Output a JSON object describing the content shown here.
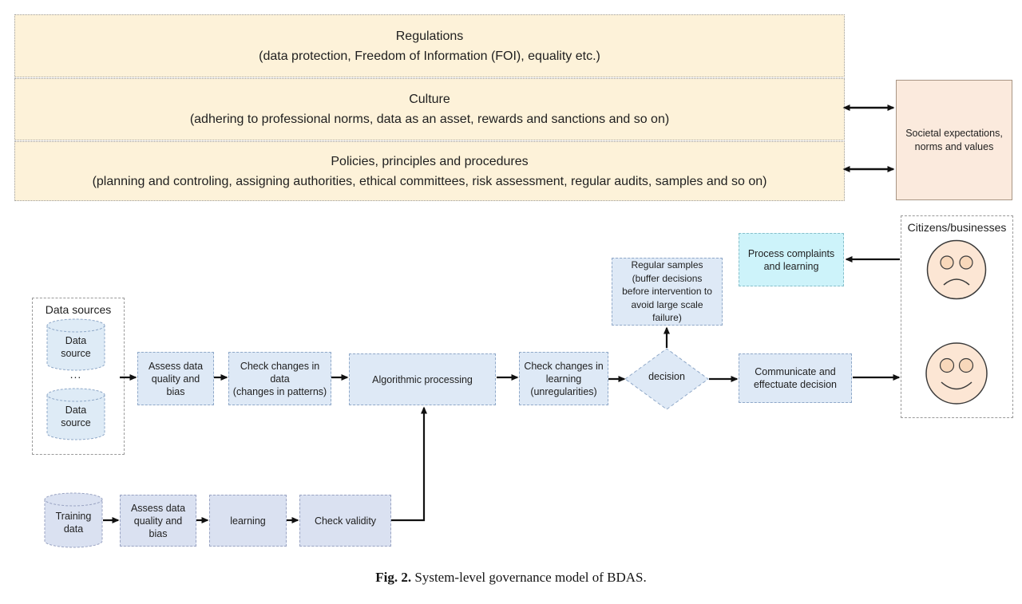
{
  "bands": [
    {
      "title": "Regulations",
      "subtitle": "(data protection, Freedom of Information (FOI), equality etc.)"
    },
    {
      "title": "Culture",
      "subtitle": "(adhering to professional norms, data as an asset, rewards and sanctions and so on)"
    },
    {
      "title": "Policies, principles and procedures",
      "subtitle": "(planning and controling, assigning authorities, ethical committees, risk assessment, regular audits, samples and so on)"
    }
  ],
  "societal_box": {
    "label": "Societal expectations,\nnorms and values"
  },
  "data_sources": {
    "label": "Data sources",
    "cylinder_top": "Data\nsource",
    "cylinder_bottom": "Data\nsource",
    "ellipsis": "..."
  },
  "main_flow": {
    "assess": "Assess data\nquality and\nbias",
    "check_data": "Check changes in\ndata\n(changes in patterns)",
    "algorithmic": "Algorithmic processing",
    "check_learning": "Check changes in\nlearning\n(unregularities)",
    "decision": "decision",
    "communicate": "Communicate and\neffectuate decision"
  },
  "regular_samples": {
    "label": "Regular samples\n(buffer decisions\nbefore intervention to\navoid large scale\nfailure)"
  },
  "process_complaints": {
    "label": "Process complaints\nand learning"
  },
  "citizens": {
    "label": "Citizens/businesses"
  },
  "training_flow": {
    "training_data": "Training\ndata",
    "assess": "Assess data\nquality and\nbias",
    "learning": "learning",
    "check_validity": "Check validity"
  },
  "caption": {
    "prefix": "Fig. 2.",
    "text": " System-level governance model of BDAS."
  },
  "colors": {
    "band_bg": "#fdf2d9",
    "flow_box_bg": "#dee9f6",
    "training_box_bg": "#dae1f1",
    "cyan_box_bg": "#cdf3fa",
    "peach_box_bg": "#fbeadd",
    "face_fill": "#fce6d4",
    "arrow": "#111111"
  }
}
